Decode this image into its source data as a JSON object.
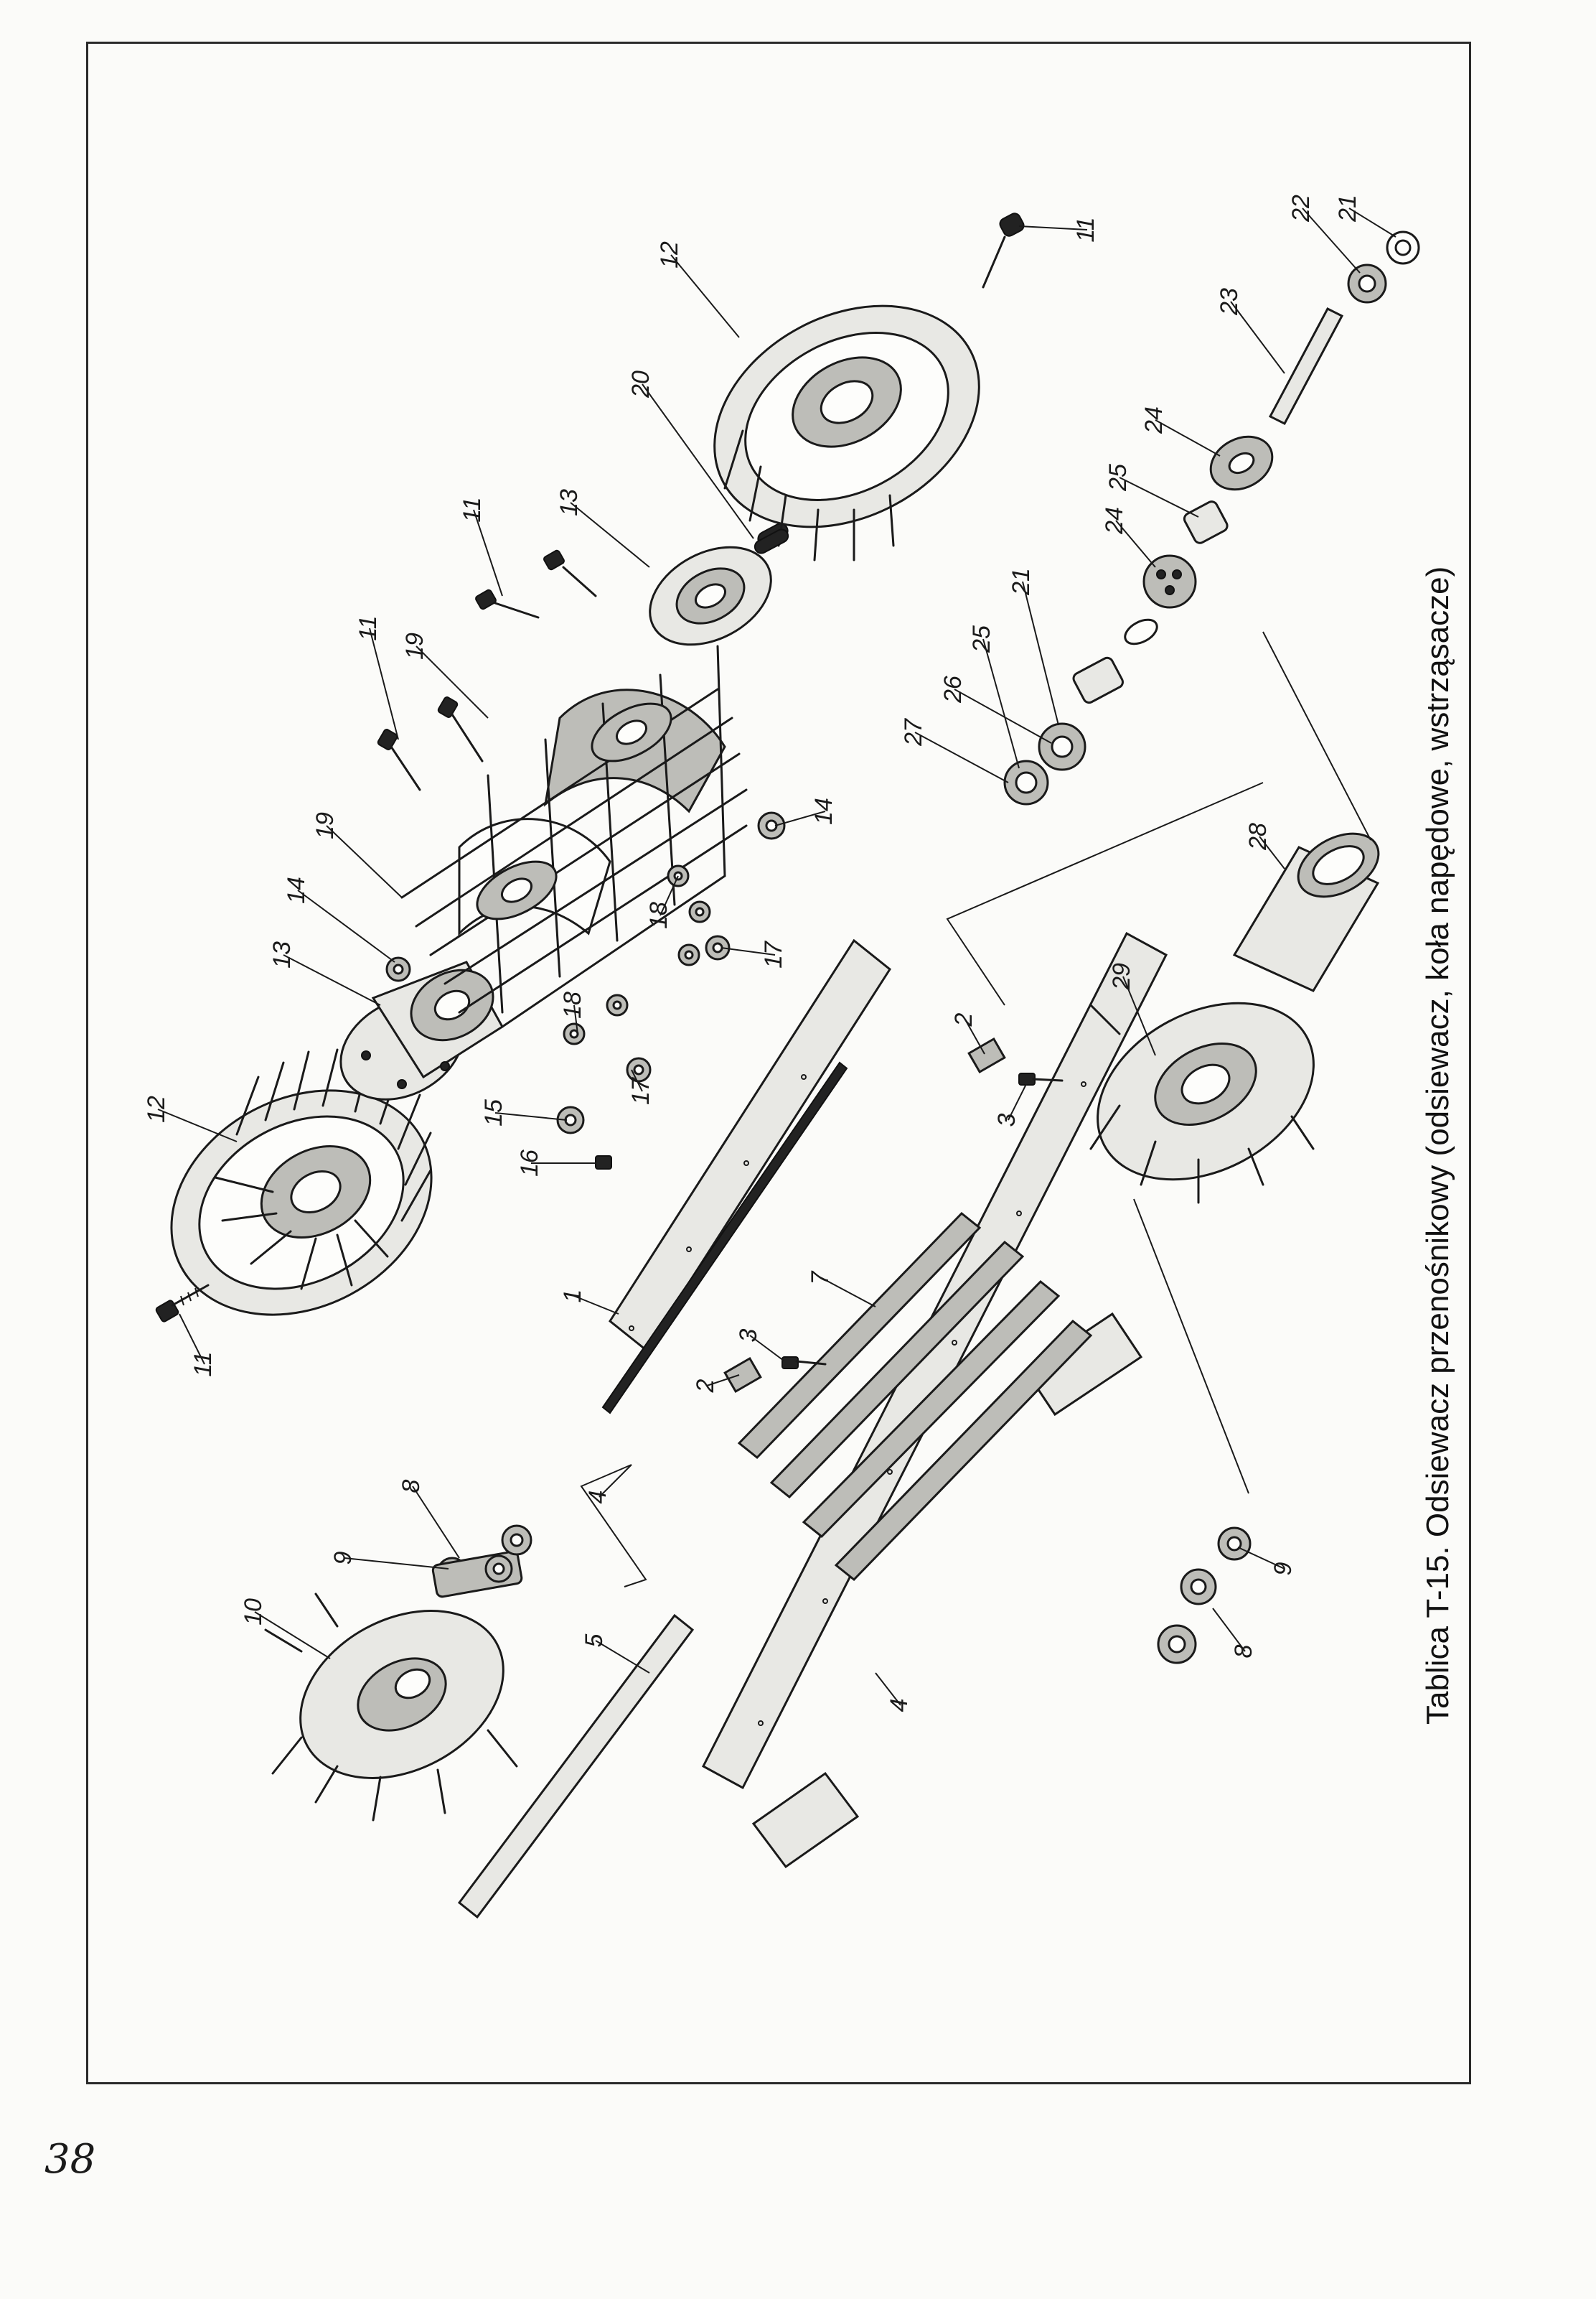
{
  "caption": "Tablica T-15. Odsiewacz przenośnikowy (odsiewacz, koła napędowe, wstrząsacze)",
  "page_number": "38",
  "parts": [
    {
      "id": "p1",
      "label": "1"
    },
    {
      "id": "p2a",
      "label": "2"
    },
    {
      "id": "p2b",
      "label": "2"
    },
    {
      "id": "p3a",
      "label": "3"
    },
    {
      "id": "p3b",
      "label": "3"
    },
    {
      "id": "p4a",
      "label": "4"
    },
    {
      "id": "p4b",
      "label": "4"
    },
    {
      "id": "p5",
      "label": "5"
    },
    {
      "id": "p7",
      "label": "7"
    },
    {
      "id": "p8a",
      "label": "8"
    },
    {
      "id": "p8b",
      "label": "8"
    },
    {
      "id": "p9a",
      "label": "9"
    },
    {
      "id": "p9b",
      "label": "9"
    },
    {
      "id": "p10",
      "label": "10"
    },
    {
      "id": "p11a",
      "label": "11"
    },
    {
      "id": "p11b",
      "label": "11"
    },
    {
      "id": "p11c",
      "label": "11"
    },
    {
      "id": "p11d",
      "label": "11"
    },
    {
      "id": "p12a",
      "label": "12"
    },
    {
      "id": "p12b",
      "label": "12"
    },
    {
      "id": "p13a",
      "label": "13"
    },
    {
      "id": "p13b",
      "label": "13"
    },
    {
      "id": "p14a",
      "label": "14"
    },
    {
      "id": "p14b",
      "label": "14"
    },
    {
      "id": "p15",
      "label": "15"
    },
    {
      "id": "p16",
      "label": "16"
    },
    {
      "id": "p17a",
      "label": "17"
    },
    {
      "id": "p17b",
      "label": "17"
    },
    {
      "id": "p18a",
      "label": "18"
    },
    {
      "id": "p18b",
      "label": "18"
    },
    {
      "id": "p19a",
      "label": "19"
    },
    {
      "id": "p19b",
      "label": "19"
    },
    {
      "id": "p20",
      "label": "20"
    },
    {
      "id": "p21a",
      "label": "21"
    },
    {
      "id": "p21b",
      "label": "21"
    },
    {
      "id": "p22",
      "label": "22"
    },
    {
      "id": "p23",
      "label": "23"
    },
    {
      "id": "p24a",
      "label": "24"
    },
    {
      "id": "p24b",
      "label": "24"
    },
    {
      "id": "p25a",
      "label": "25"
    },
    {
      "id": "p25b",
      "label": "25"
    },
    {
      "id": "p26",
      "label": "26"
    },
    {
      "id": "p27",
      "label": "27"
    },
    {
      "id": "p28",
      "label": "28"
    },
    {
      "id": "p29",
      "label": "29"
    }
  ]
}
